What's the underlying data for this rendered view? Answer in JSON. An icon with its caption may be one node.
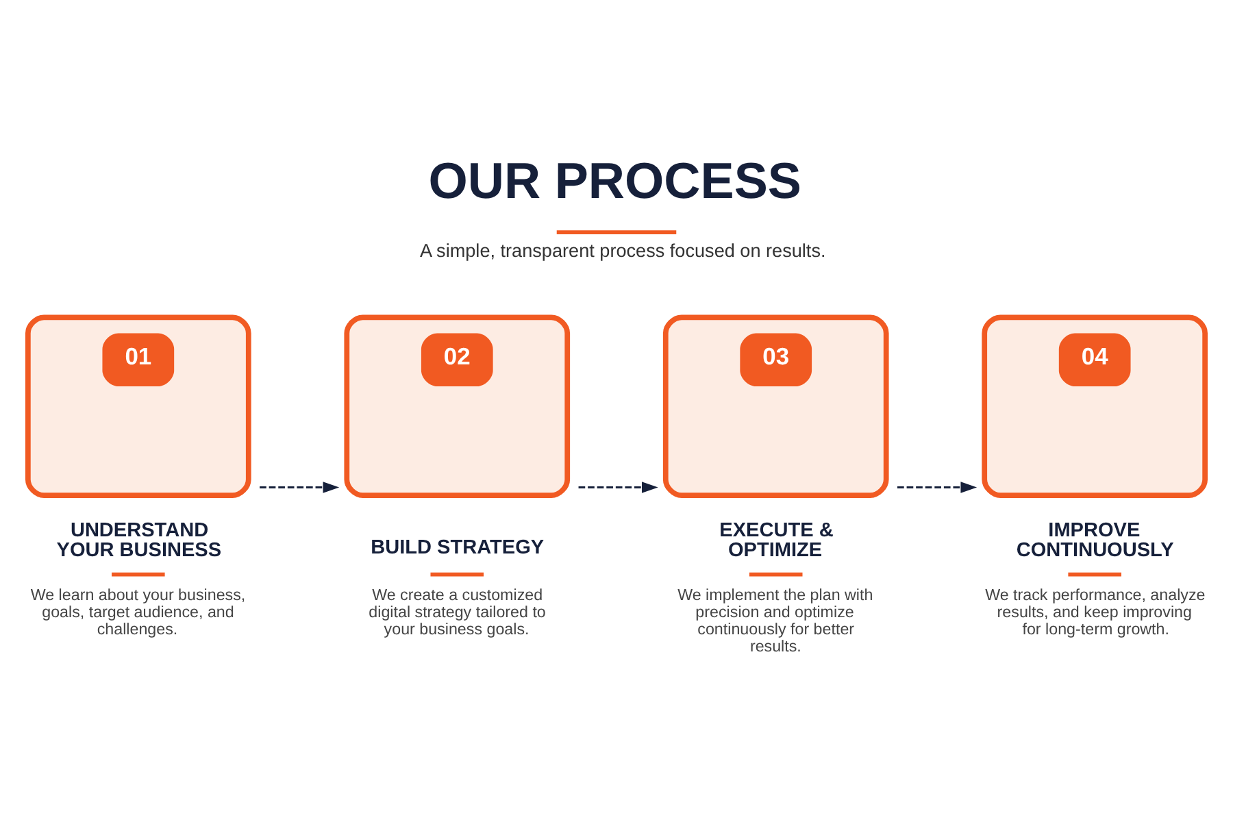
{
  "diagram": {
    "title": "OUR PROCESS",
    "nodes": [
      {
        "text": [
          "01",
          "UNDERSTAND YOUR BUSINESS",
          "We learn about your business, goals, target audience, and challenges."
        ]
      },
      {
        "text": [
          "02",
          "BUILD STRATEGY",
          "We create a customized digital strategy tailored to your business goals."
        ]
      },
      {
        "text": [
          "03",
          "EXECUTE & OPTIMIZE",
          "We implement the plan with precision and optimize continuously for better results."
        ]
      },
      {
        "text": [
          "04",
          "IMPROVE CONTINUOUSLY",
          "We track performance, analyze results, and keep improving for long-term growth."
        ]
      }
    ],
    "edges": [
      {
        "from": 0,
        "to": 1,
        "arrow": "to",
        "style": "dashed"
      },
      {
        "from": 1,
        "to": 2,
        "arrow": "to",
        "style": "dashed"
      },
      {
        "from": 2,
        "to": 3,
        "arrow": "to",
        "style": "dashed"
      }
    ],
    "labels": [
      "A simple, transparent process focused on results."
    ]
  }
}
